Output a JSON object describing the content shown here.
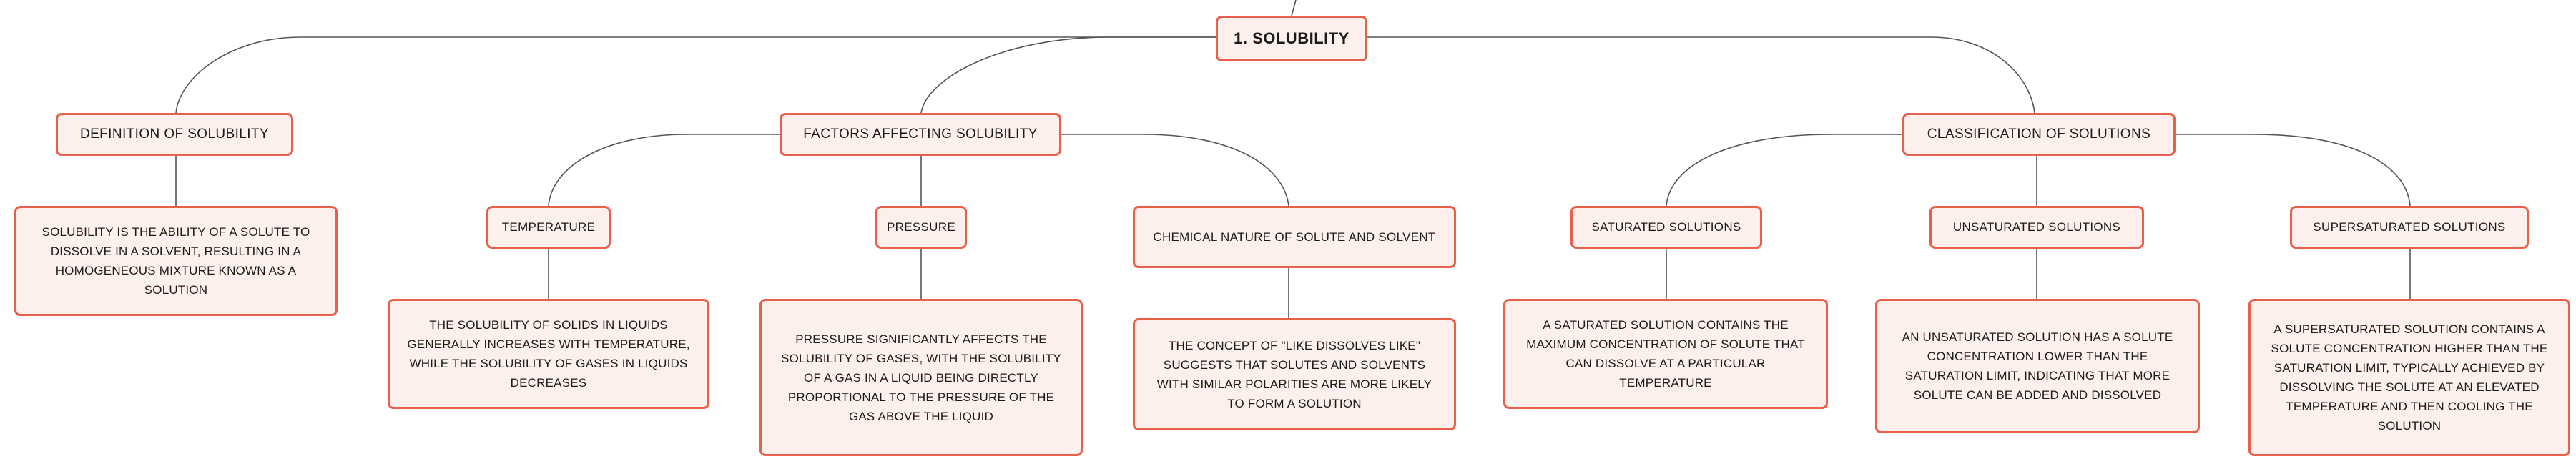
{
  "colors": {
    "node_fill": "#fdf0ec",
    "node_border": "#e8604c",
    "connector": "#555555",
    "text": "#1a1a1a"
  },
  "root": {
    "label": "1. SOLUBILITY"
  },
  "topics": {
    "definition": {
      "label": "DEFINITION OF SOLUBILITY",
      "description": "SOLUBILITY IS THE ABILITY OF A SOLUTE TO DISSOLVE IN A SOLVENT, RESULTING IN A HOMOGENEOUS MIXTURE KNOWN AS A SOLUTION"
    },
    "factors": {
      "label": "FACTORS AFFECTING SOLUBILITY",
      "temperature": {
        "label": "TEMPERATURE",
        "description": "THE SOLUBILITY OF SOLIDS IN LIQUIDS GENERALLY INCREASES WITH TEMPERATURE, WHILE THE SOLUBILITY OF GASES IN LIQUIDS DECREASES"
      },
      "pressure": {
        "label": "PRESSURE",
        "description": "PRESSURE SIGNIFICANTLY AFFECTS THE SOLUBILITY OF GASES, WITH THE SOLUBILITY OF A GAS IN A LIQUID BEING DIRECTLY PROPORTIONAL TO THE PRESSURE OF THE GAS ABOVE THE LIQUID"
      },
      "chemical_nature": {
        "label": "CHEMICAL NATURE OF SOLUTE AND SOLVENT",
        "description": "THE CONCEPT OF \"LIKE DISSOLVES LIKE\" SUGGESTS THAT SOLUTES AND SOLVENTS WITH SIMILAR POLARITIES ARE MORE LIKELY TO FORM A SOLUTION"
      }
    },
    "classification": {
      "label": "CLASSIFICATION OF SOLUTIONS",
      "saturated": {
        "label": "SATURATED SOLUTIONS",
        "description": "A SATURATED SOLUTION CONTAINS THE MAXIMUM CONCENTRATION OF SOLUTE THAT CAN DISSOLVE AT A PARTICULAR TEMPERATURE"
      },
      "unsaturated": {
        "label": "UNSATURATED SOLUTIONS",
        "description": "AN UNSATURATED SOLUTION HAS A SOLUTE CONCENTRATION LOWER THAN THE SATURATION LIMIT, INDICATING THAT MORE SOLUTE CAN BE ADDED AND DISSOLVED"
      },
      "supersaturated": {
        "label": "SUPERSATURATED SOLUTIONS",
        "description": "A SUPERSATURATED SOLUTION CONTAINS A SOLUTE CONCENTRATION HIGHER THAN THE SATURATION LIMIT, TYPICALLY ACHIEVED BY DISSOLVING THE SOLUTE AT AN ELEVATED TEMPERATURE AND THEN COOLING THE SOLUTION"
      }
    }
  }
}
